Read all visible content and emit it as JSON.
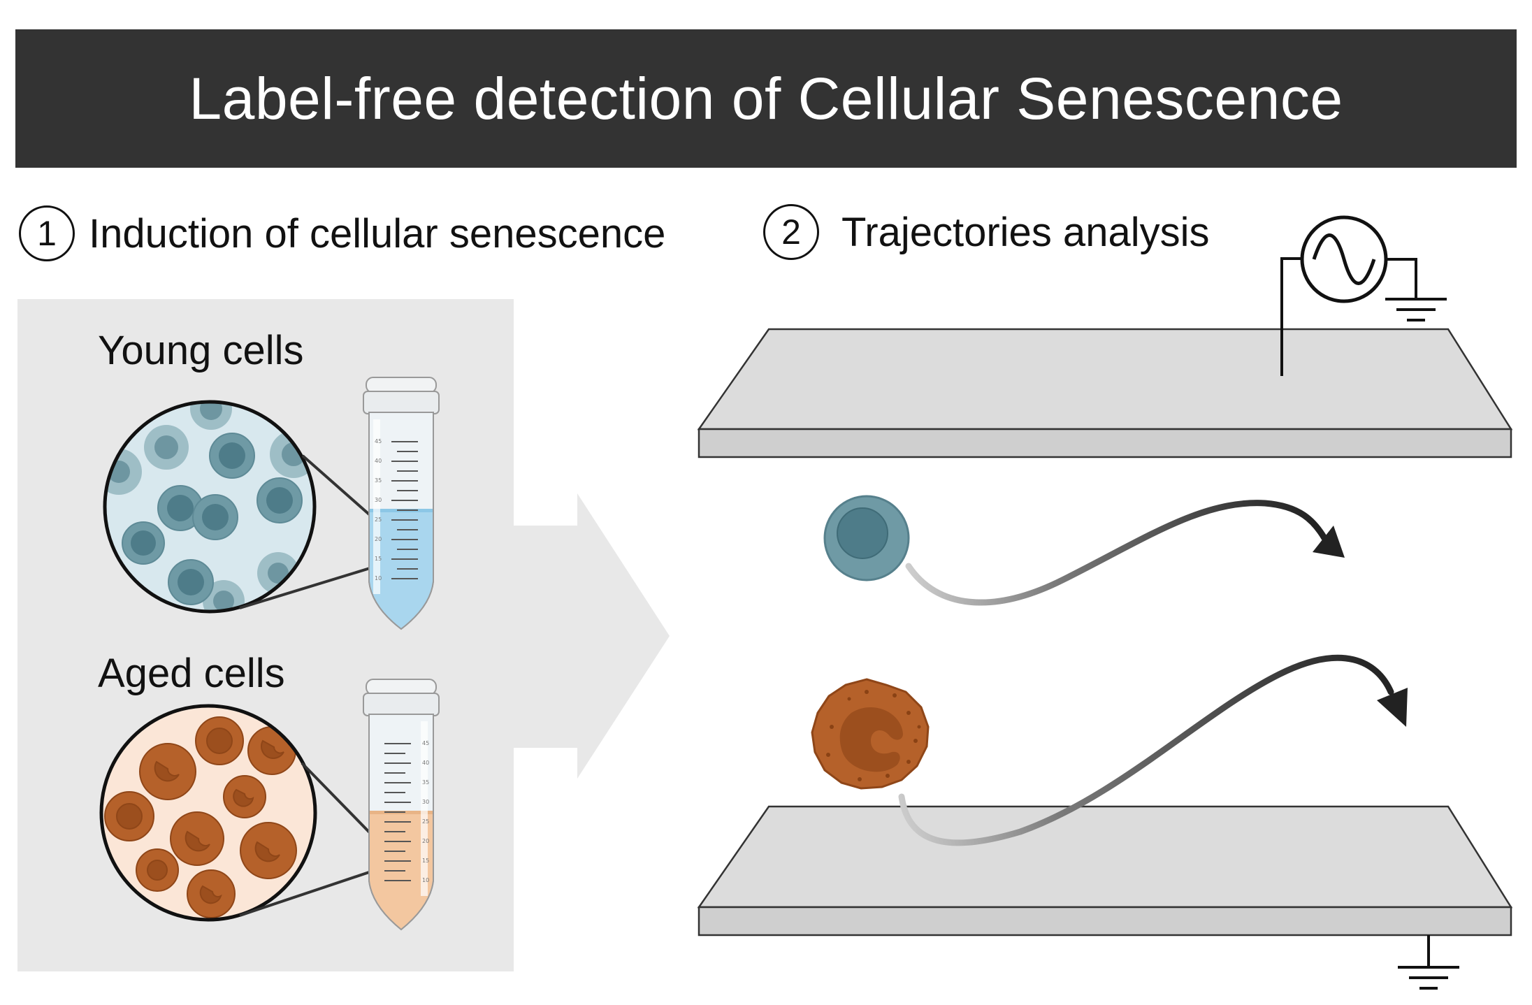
{
  "title": "Label-free detection of Cellular Senescence",
  "steps": [
    {
      "number": "1",
      "label": "Induction of cellular senescence"
    },
    {
      "number": "2",
      "label": "Trajectories analysis"
    }
  ],
  "panels": {
    "young": {
      "label": "Young cells"
    },
    "aged": {
      "label": "Aged cells"
    }
  },
  "tube_scale": [
    "45",
    "40",
    "35",
    "30",
    "25",
    "20",
    "15",
    "10"
  ],
  "colors": {
    "banner": "#333333",
    "young_cell": "#6f9aa5",
    "young_nucleus": "#4e7c89",
    "young_medium": "#a9d6ee",
    "aged_cell": "#b5612a",
    "aged_medium": "#f3c7a0",
    "panel_bg": "#e8e8e8",
    "electrode": "#dcdcdc"
  },
  "icons": [
    "ac-source-icon",
    "ground-icon"
  ]
}
